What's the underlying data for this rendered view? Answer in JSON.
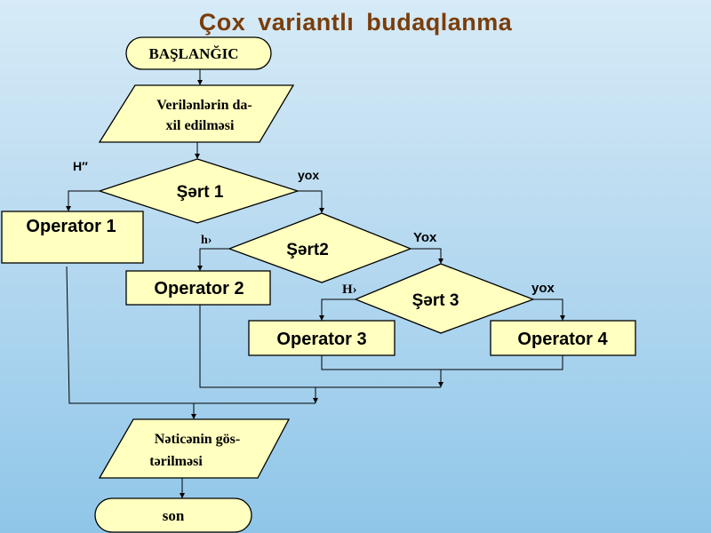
{
  "title": "Çox  variantlı  budaqlanma",
  "nodes": {
    "start": "BAŞLANĞIC",
    "input_line1": "Verilənlərin da-",
    "input_line2": "xil edilməsi",
    "cond1": "Şərt 1",
    "cond2": "Şərt2",
    "cond3": "Şərt  3",
    "op1": "Operator  1",
    "op2": "Operator 2",
    "op3": "Operator  3",
    "op4": "Operator 4",
    "output_line1": "Nəticənin gös-",
    "output_line2": "tərilməsi",
    "end": "son"
  },
  "branches": {
    "cond1_yes": "H″",
    "cond1_no": "yox",
    "cond2_yes": "h›",
    "cond2_no": "Yox",
    "cond3_yes": "H›",
    "cond3_no": "yox"
  }
}
